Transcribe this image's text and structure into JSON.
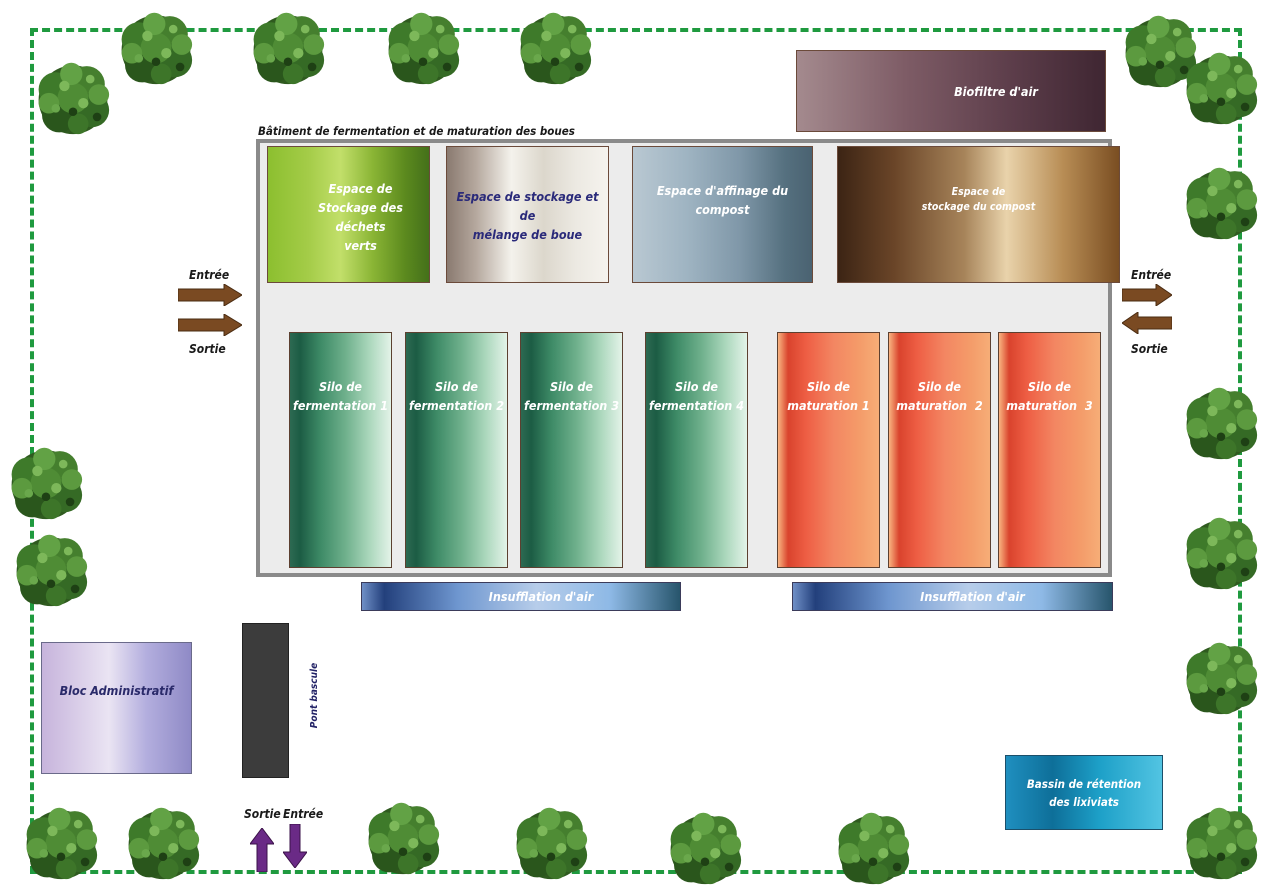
{
  "building": {
    "title": "Bâtiment de fermentation et de maturation des boues"
  },
  "zones": {
    "biofiltre": "Biofiltre d'air",
    "dechets_verts": [
      "Espace de",
      "Stockage des déchets",
      "verts"
    ],
    "melange_boue": [
      "Espace de stockage et de",
      "mélange de boue"
    ],
    "affinage": "Espace d'affinage du compost",
    "stockage_compost": [
      "Espace de",
      "stockage du compost"
    ]
  },
  "silos": {
    "fermentation": [
      [
        "Silo de",
        "fermentation 1"
      ],
      [
        "Silo de",
        "fermentation 2"
      ],
      [
        "Silo de",
        "fermentation 3"
      ],
      [
        "Silo de",
        "fermentation 4"
      ]
    ],
    "maturation": [
      [
        "Silo de",
        "maturation 1"
      ],
      [
        "Silo de",
        "maturation  2"
      ],
      [
        "Silo de",
        "maturation  3"
      ]
    ]
  },
  "insufflation": [
    "Insufflation d'air",
    "Insufflation d'air"
  ],
  "access": {
    "left": {
      "entree": "Entrée",
      "sortie": "Sortie"
    },
    "right": {
      "entree": "Entrée",
      "sortie": "Sortie"
    },
    "bottom": {
      "sortie": "Sortie",
      "entree": "Entrée"
    }
  },
  "admin": "Bloc Administratif",
  "pont": "Pont bascule",
  "bassin": [
    "Bassin de rétention",
    "des lixiviats"
  ],
  "colors": {
    "fence": "#1f9a3f",
    "arrow_brown": "#7a4a22",
    "arrow_purple": "#6a2a86"
  },
  "icons": {
    "tree": "tree-icon",
    "arrow": "arrow-icon"
  }
}
